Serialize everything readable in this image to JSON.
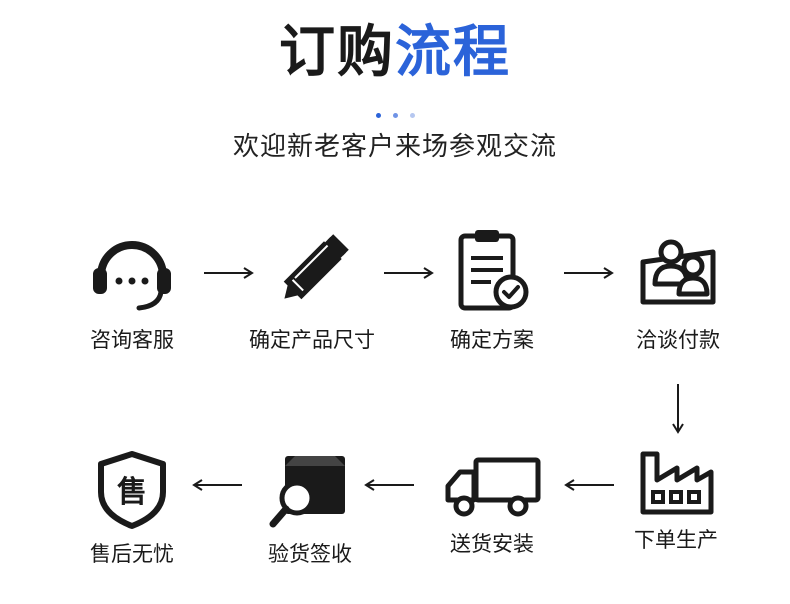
{
  "header": {
    "title_dark": "订购",
    "title_blue": "流程",
    "subtitle": "欢迎新老客户来场参观交流"
  },
  "colors": {
    "accent": "#2b63d9",
    "dot_colors": [
      "#2b63d9",
      "#6f93e6",
      "#b5c7f0"
    ],
    "icon": "#1a1a1a"
  },
  "steps": [
    {
      "label": "咨询客服",
      "icon": "headset-icon"
    },
    {
      "label": "确定产品尺寸",
      "icon": "pencil-ruler-icon"
    },
    {
      "label": "确定方案",
      "icon": "clipboard-check-icon"
    },
    {
      "label": "洽谈付款",
      "icon": "people-card-icon"
    },
    {
      "label": "下单生产",
      "icon": "factory-icon"
    },
    {
      "label": "送货安装",
      "icon": "truck-icon"
    },
    {
      "label": "验货签收",
      "icon": "box-search-icon"
    },
    {
      "label": "售后无忧",
      "icon": "shield-shou-icon"
    }
  ],
  "shield_glyph": "售"
}
